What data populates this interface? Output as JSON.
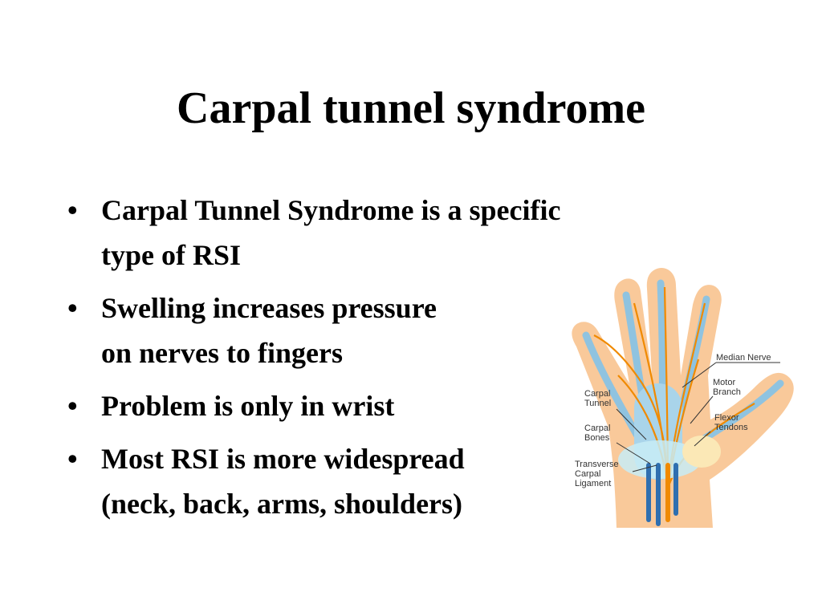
{
  "slide": {
    "title": "Carpal tunnel syndrome"
  },
  "bullets": [
    {
      "lines": [
        "Carpal Tunnel Syndrome is a specific",
        "type of RSI"
      ]
    },
    {
      "lines": [
        "Swelling increases pressure",
        "on nerves to fingers"
      ]
    },
    {
      "lines": [
        "Problem is only in wrist"
      ]
    },
    {
      "lines": [
        "Most RSI is more widespread",
        "(neck, back, arms, shoulders)"
      ]
    }
  ],
  "bullet_glyph": "•",
  "figure": {
    "labels": {
      "median_nerve": "Median Nerve",
      "motor_1": "Motor",
      "motor_2": "Branch",
      "carpal_tunnel_1": "Carpal",
      "carpal_tunnel_2": "Tunnel",
      "flexor_1": "Flexor",
      "flexor_2": "Tendons",
      "carpal_bones_1": "Carpal",
      "carpal_bones_2": "Bones",
      "transverse_1": "Transverse",
      "transverse_2": "Carpal",
      "transverse_3": "Ligament"
    },
    "colors": {
      "skin": "#f9c99a",
      "tendon": "#8fc3e0",
      "nerve": "#f08a00",
      "ligament": "#c8ecf6",
      "bone": "#fbe8b6"
    }
  }
}
